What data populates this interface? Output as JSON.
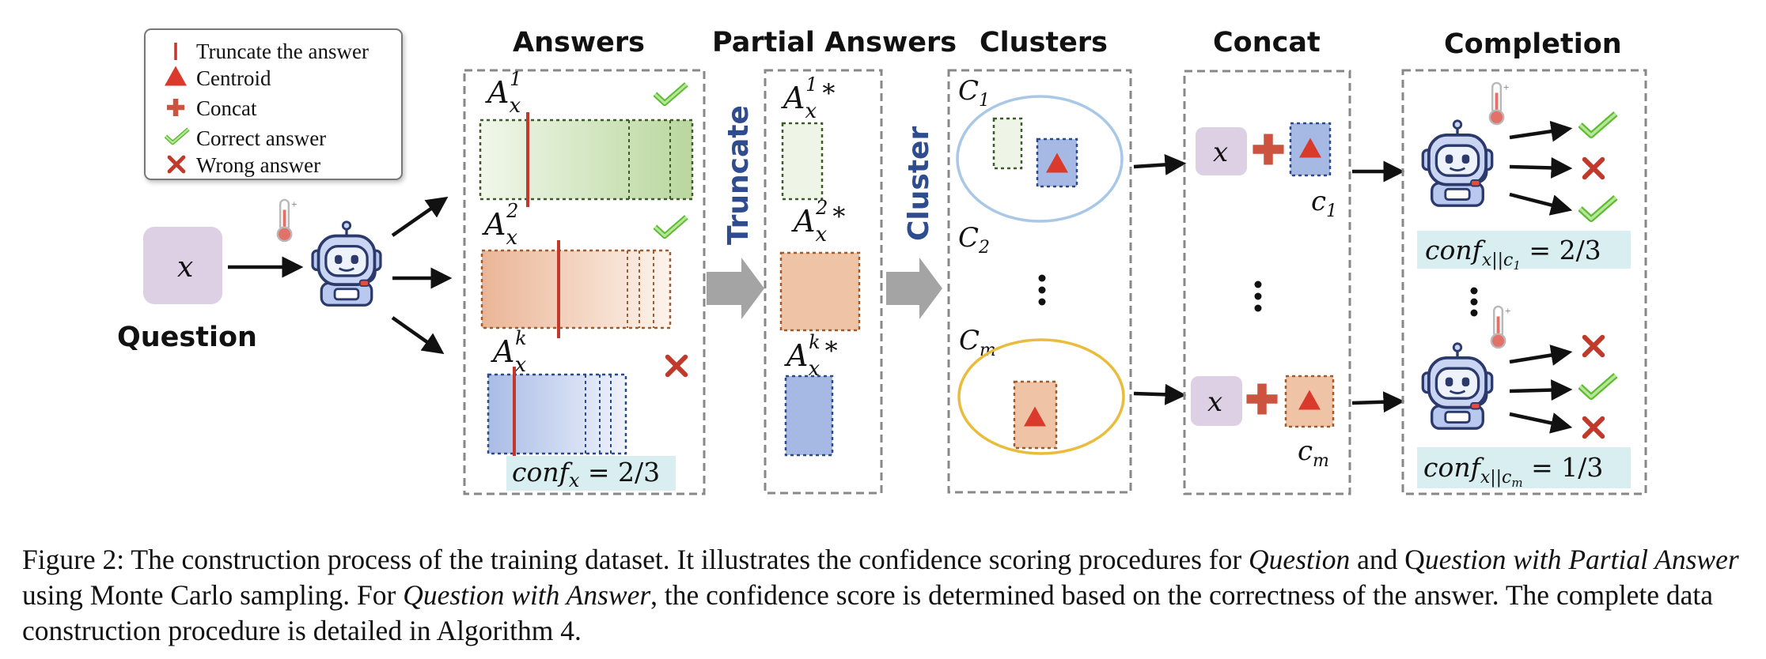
{
  "legend": {
    "truncate": "Truncate the answer",
    "centroid": "Centroid",
    "concat": "Concat",
    "correct": "Correct answer",
    "wrong": "Wrong answer"
  },
  "headers": {
    "answers": "Answers",
    "partial": "Partial Answers",
    "clusters": "Clusters",
    "concat": "Concat",
    "completion": "Completion"
  },
  "question": {
    "symbol": "x",
    "label": "Question"
  },
  "arrows": {
    "truncate": "Truncate",
    "cluster": "Cluster"
  },
  "answers": {
    "a1": {
      "base": "A",
      "sub": "x",
      "sup": "1"
    },
    "a2": {
      "base": "A",
      "sub": "x",
      "sup": "2"
    },
    "ak": {
      "base": "A",
      "sub": "x",
      "sup": "k"
    },
    "conf": {
      "main": "conf",
      "sub": "x",
      "rest": " = 2/3"
    }
  },
  "partial": {
    "a1": {
      "base": "A",
      "sub": "x",
      "sup": "1",
      "star": "*"
    },
    "a2": {
      "base": "A",
      "sub": "x",
      "sup": "2",
      "star": "*"
    },
    "ak": {
      "base": "A",
      "sub": "x",
      "sup": "k",
      "star": "*"
    }
  },
  "clusters": {
    "c1": {
      "base": "C",
      "sub": "1"
    },
    "c2": {
      "base": "C",
      "sub": "2"
    },
    "cm": {
      "base": "C",
      "sub": "m"
    }
  },
  "concat": {
    "x": "x",
    "c1": {
      "base": "c",
      "sub": "1"
    },
    "cm": {
      "base": "c",
      "sub": "m"
    }
  },
  "completion": {
    "conf1": {
      "main": "conf",
      "sub": "x||c",
      "subsub": "1",
      "rest": " = 2/3"
    },
    "conf2": {
      "main": "conf",
      "sub": "x||c",
      "subsub": "m",
      "rest": " = 1/3"
    }
  },
  "caption": {
    "label": "Figure 2:",
    "t1": "  The construction process of the training dataset. It illustrates the confidence scoring procedures for ",
    "i1": "Question",
    "t2": " and Q",
    "i2": "uestion with Partial Answer",
    "t3": " using Monte Carlo sampling. For ",
    "i3": "Question with Answer",
    "t4": ", the confidence score is determined based on the correctness of the answer. The complete data construction procedure is detailed in Algorithm 4."
  },
  "colors": {
    "green": "#5bbd2f",
    "red_mark": "#c0392b",
    "centroid": "#d93a2b",
    "concat_plus": "#cc5340",
    "question_bg": "#ddcfe4",
    "conf_bg": "#d8eef1",
    "cluster_blue": "#a9c7e6",
    "cluster_yellow": "#e9bc3c",
    "label_blue": "#2f4d8e"
  }
}
